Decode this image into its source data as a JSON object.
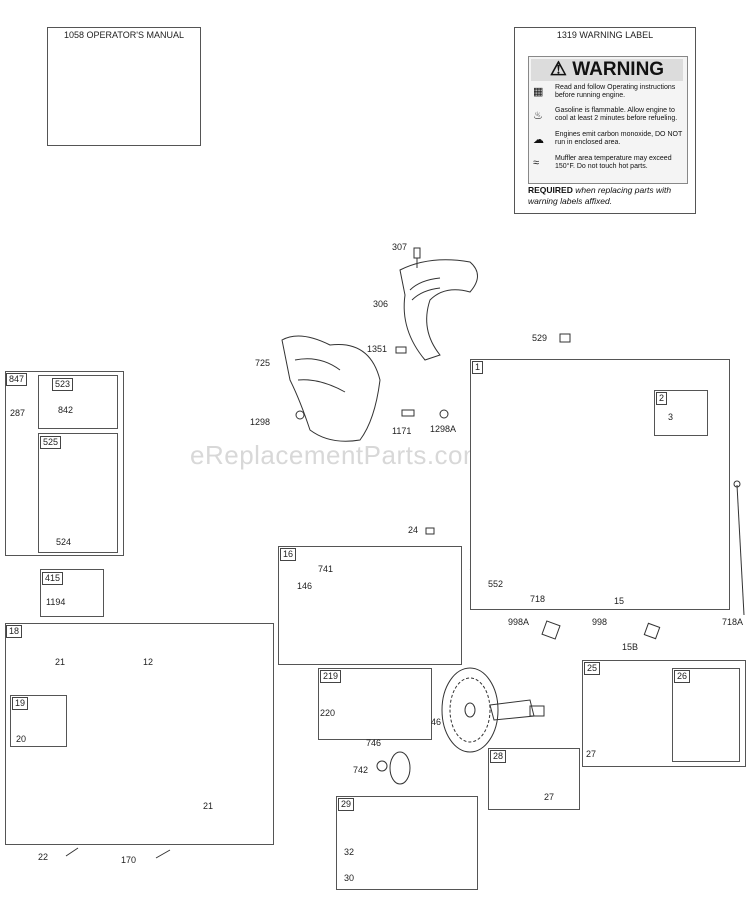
{
  "watermark": "eReplacementParts.com",
  "manual_box": {
    "title": "1058 OPERATOR'S MANUAL"
  },
  "warning_box": {
    "title": "1319 WARNING LABEL",
    "heading": "WARNING",
    "rows": [
      {
        "icon": "book-icon",
        "text": "Read and follow Operating instructions before running engine."
      },
      {
        "icon": "fire-icon",
        "text": "Gasoline is flammable. Allow engine to cool at least 2 minutes before refueling."
      },
      {
        "icon": "exhaust-icon",
        "text": "Engines emit carbon monoxide, DO NOT run in enclosed area."
      },
      {
        "icon": "hot-surface-icon",
        "text": "Muffler area temperature may exceed 150°F. Do not touch hot parts."
      }
    ],
    "required_bold": "REQUIRED",
    "required_rest": " when replacing parts with warning labels affixed."
  },
  "group_tags": {
    "t847": "847",
    "t523": "523",
    "t525": "525",
    "t415": "415",
    "t18": "18",
    "t19": "19",
    "t1": "1",
    "t2": "2",
    "t16": "16",
    "t219": "219",
    "t25": "25",
    "t26": "26",
    "t28": "28",
    "t29": "29"
  },
  "labels": {
    "l307": "307",
    "l306": "306",
    "l725": "725",
    "l1351": "1351",
    "l1298": "1298",
    "l1171": "1171",
    "l1298A": "1298A",
    "l529": "529",
    "l287": "287",
    "l842": "842",
    "l524": "524",
    "l1194": "1194",
    "l3": "3",
    "l24": "24",
    "l741": "741",
    "l146": "146",
    "l552": "552",
    "l718": "718",
    "l15": "15",
    "l718A": "718A",
    "l998A": "998A",
    "l998": "998",
    "l15B": "15B",
    "l21a": "21",
    "l12": "12",
    "l20": "20",
    "l21b": "21",
    "l22": "22",
    "l170": "170",
    "l220": "220",
    "l746": "746",
    "l742": "742",
    "l46": "46",
    "l27a": "27",
    "l27b": "27",
    "l32": "32",
    "l30": "30"
  }
}
